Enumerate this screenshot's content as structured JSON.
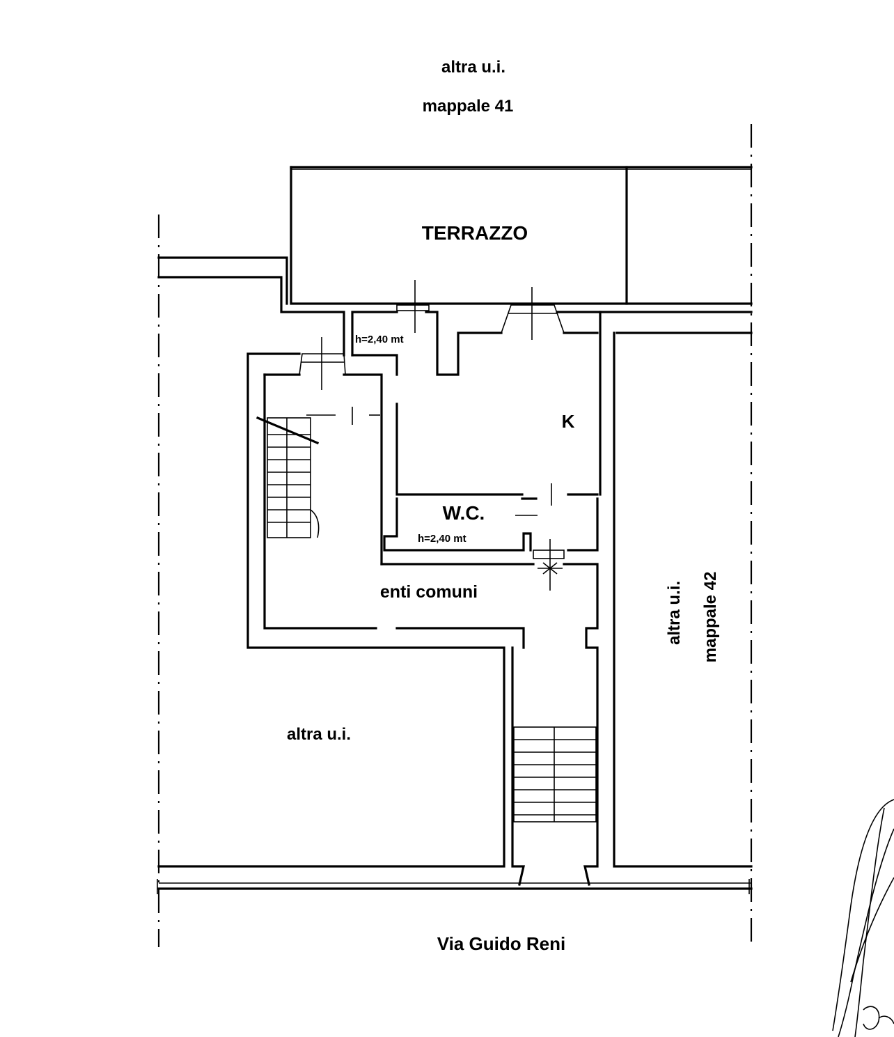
{
  "labels": {
    "north_unit": "altra u.i.",
    "north_parcel": "mappale 41",
    "terrace": "TERRAZZO",
    "height_upper": "h=2,40 mt",
    "kitchen": "K",
    "wc": "W.C.",
    "height_wc": "h=2,40 mt",
    "common_areas": "enti comuni",
    "east_unit": "altra u.i.",
    "east_parcel": "mappale 42",
    "southwest_unit": "altra u.i.",
    "street": "Via Guido Reni"
  },
  "icons": {
    "signature": "signature-scribble"
  }
}
